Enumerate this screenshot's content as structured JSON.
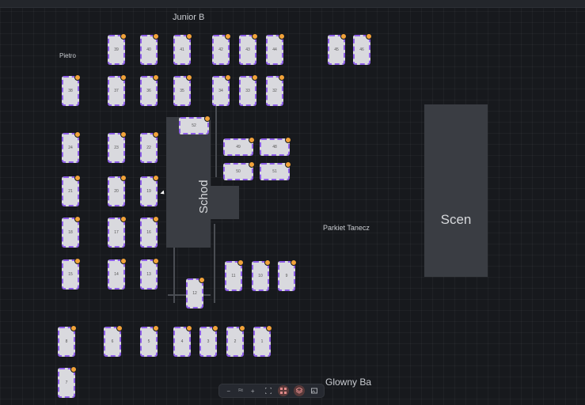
{
  "labels": {
    "junior": "Junior B",
    "pietro": "Pietro",
    "schod": "Schod",
    "scen": "Scen",
    "parkiet": "Parkiet Tanecz",
    "glowny": "Glowny Ba"
  },
  "toolbar": {
    "zoom_out": "−",
    "zoom_level": "Fit",
    "zoom_in": "+",
    "fit_icon": "fullscreen-icon",
    "grid_icon": "grid-icon",
    "layers_icon": "layers-icon",
    "image_icon": "image-icon"
  },
  "tables": [
    {
      "n": "39"
    },
    {
      "n": "40"
    },
    {
      "n": "41"
    },
    {
      "n": "42"
    },
    {
      "n": "43"
    },
    {
      "n": "44"
    },
    {
      "n": "45"
    },
    {
      "n": "46"
    },
    {
      "n": "38"
    },
    {
      "n": "37"
    },
    {
      "n": "36"
    },
    {
      "n": "35"
    },
    {
      "n": "34"
    },
    {
      "n": "33"
    },
    {
      "n": "32"
    },
    {
      "n": "52"
    },
    {
      "n": "24"
    },
    {
      "n": "23"
    },
    {
      "n": "22"
    },
    {
      "n": "49"
    },
    {
      "n": "48"
    },
    {
      "n": "50"
    },
    {
      "n": "51"
    },
    {
      "n": "21"
    },
    {
      "n": "20"
    },
    {
      "n": "19"
    },
    {
      "n": "18"
    },
    {
      "n": "17"
    },
    {
      "n": "16"
    },
    {
      "n": "15"
    },
    {
      "n": "14"
    },
    {
      "n": "13"
    },
    {
      "n": "11"
    },
    {
      "n": "10"
    },
    {
      "n": "9"
    },
    {
      "n": "12"
    },
    {
      "n": "8"
    },
    {
      "n": "6"
    },
    {
      "n": "5"
    },
    {
      "n": "4"
    },
    {
      "n": "3"
    },
    {
      "n": "2"
    },
    {
      "n": "1"
    },
    {
      "n": "7"
    }
  ],
  "colors": {
    "background": "#17191d",
    "table_fill": "#d9d9de",
    "table_border": "#8e5fe8",
    "badge": "#f2a33a",
    "block": "#3a3d43"
  }
}
